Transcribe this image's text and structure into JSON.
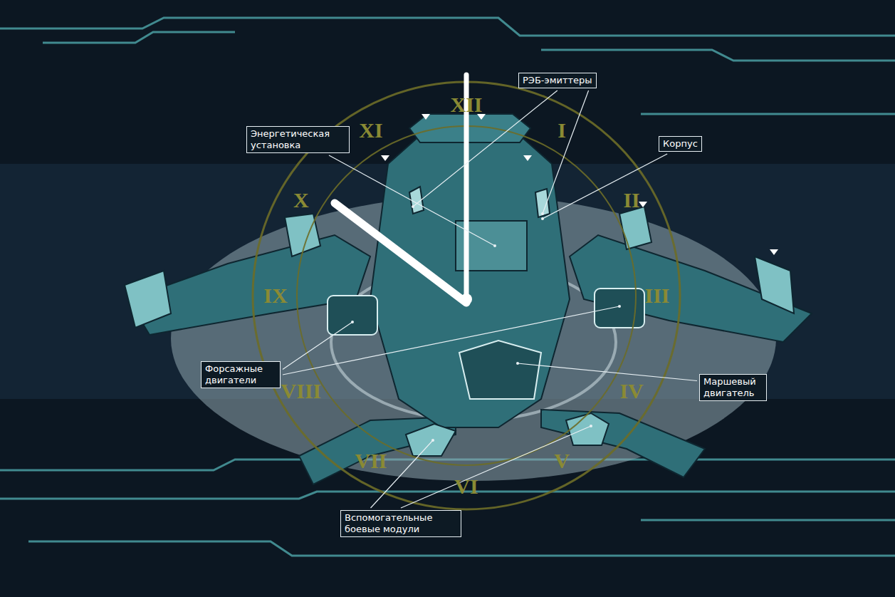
{
  "diagram": {
    "nodes": [
      {
        "text": [
          "Энергетическая установка"
        ]
      },
      {
        "text": [
          "РЭБ-эмиттеры"
        ]
      },
      {
        "text": [
          "Корпус"
        ]
      },
      {
        "text": [
          "Форсажные двигатели"
        ]
      },
      {
        "text": [
          "Маршевый двигатель"
        ]
      },
      {
        "text": [
          "Вспомогательные боевые модули"
        ]
      }
    ],
    "labels": [
      "XII",
      "I",
      "II",
      "III",
      "IV",
      "V",
      "VI",
      "VII",
      "VIII",
      "IX",
      "X",
      "XI"
    ]
  }
}
